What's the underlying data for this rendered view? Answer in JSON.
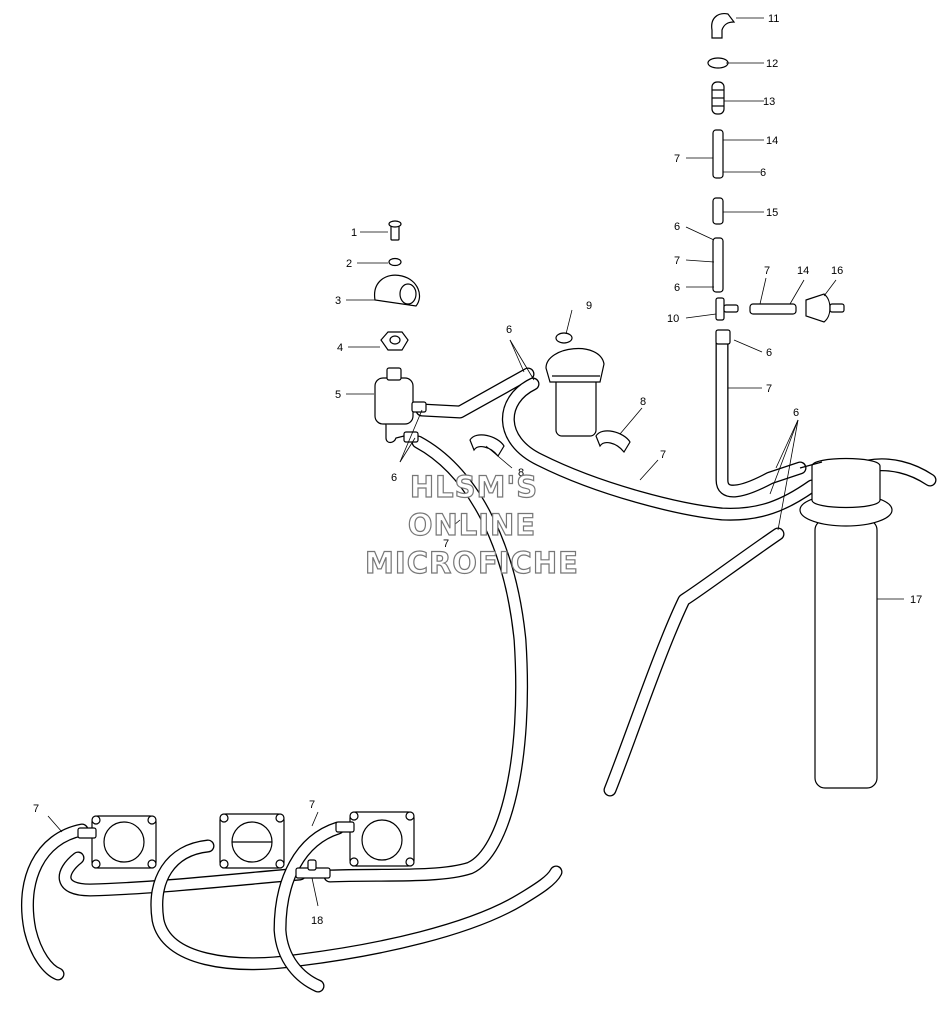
{
  "watermark": {
    "line1": "HLSM'S",
    "line2": "ONLINE",
    "line3": "MICROFICHE"
  },
  "callouts": [
    {
      "id": "c1",
      "text": "1"
    },
    {
      "id": "c2",
      "text": "2"
    },
    {
      "id": "c3",
      "text": "3"
    },
    {
      "id": "c4",
      "text": "4"
    },
    {
      "id": "c5",
      "text": "5"
    },
    {
      "id": "c6a",
      "text": "6"
    },
    {
      "id": "c6b",
      "text": "6"
    },
    {
      "id": "c6c",
      "text": "6"
    },
    {
      "id": "c6d",
      "text": "6"
    },
    {
      "id": "c6e",
      "text": "6"
    },
    {
      "id": "c6f",
      "text": "6"
    },
    {
      "id": "c6g",
      "text": "6"
    },
    {
      "id": "c7a",
      "text": "7"
    },
    {
      "id": "c7b",
      "text": "7"
    },
    {
      "id": "c7c",
      "text": "7"
    },
    {
      "id": "c7d",
      "text": "7"
    },
    {
      "id": "c7e",
      "text": "7"
    },
    {
      "id": "c7f",
      "text": "7"
    },
    {
      "id": "c7g",
      "text": "7"
    },
    {
      "id": "c7h",
      "text": "7"
    },
    {
      "id": "c8a",
      "text": "8"
    },
    {
      "id": "c8b",
      "text": "8"
    },
    {
      "id": "c9",
      "text": "9"
    },
    {
      "id": "c10",
      "text": "10"
    },
    {
      "id": "c11",
      "text": "11"
    },
    {
      "id": "c12",
      "text": "12"
    },
    {
      "id": "c13",
      "text": "13"
    },
    {
      "id": "c14a",
      "text": "14"
    },
    {
      "id": "c14b",
      "text": "14"
    },
    {
      "id": "c15",
      "text": "15"
    },
    {
      "id": "c16",
      "text": "16"
    },
    {
      "id": "c17",
      "text": "17"
    },
    {
      "id": "c18",
      "text": "18"
    }
  ]
}
